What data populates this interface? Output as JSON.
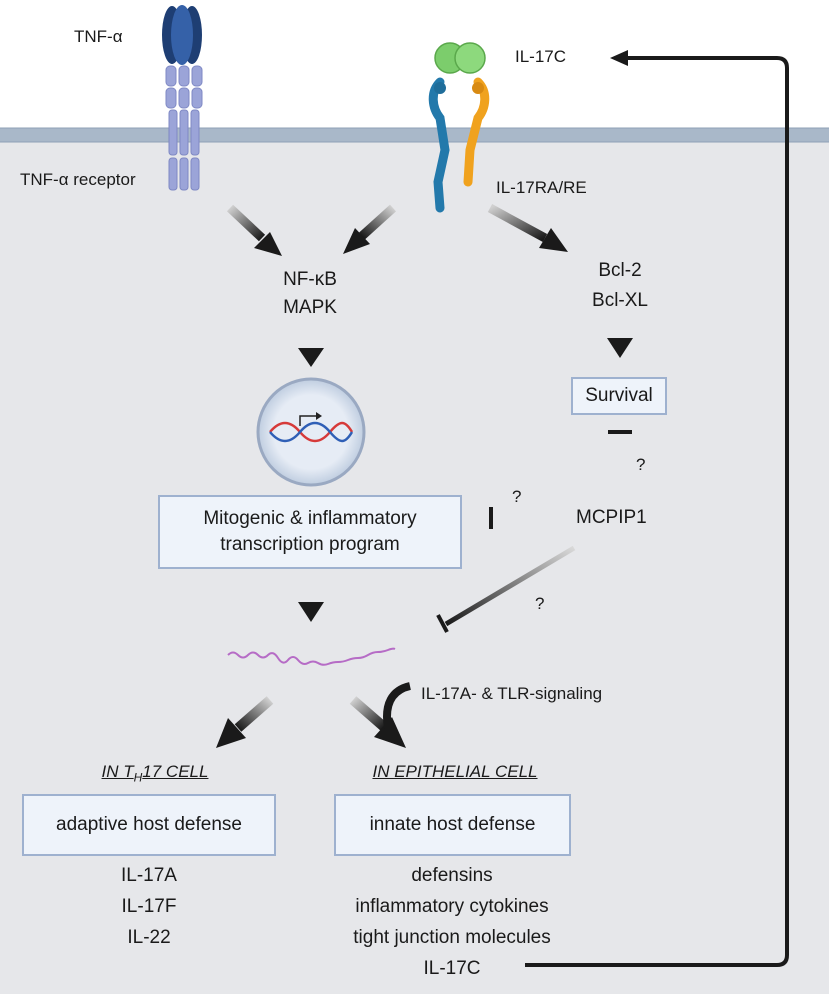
{
  "labels": {
    "tnf_alpha": "TNF-α",
    "tnf_receptor": "TNF-α receptor",
    "il17c_top": "IL-17C",
    "il17ra_re": "IL-17RA/RE",
    "nfkb": "NF-κB",
    "mapk": "MAPK",
    "bcl2": "Bcl-2",
    "bclxl": "Bcl-XL",
    "survival": "Survival",
    "mcpip1": "MCPIP1",
    "q1": "?",
    "q2": "?",
    "q3": "?",
    "transcription_line1": "Mitogenic & inflammatory",
    "transcription_line2": "transcription program",
    "il17a_tlr": "IL-17A- & TLR-signaling",
    "th17_prefix": "IN  T",
    "th17_sub": "H",
    "th17_suffix": "17 CELL",
    "epithelial_header": "IN EPITHELIAL CELL",
    "adaptive": "adaptive host defense",
    "innate": "innate host defense"
  },
  "th17_products": [
    "IL-17A",
    "IL-17F",
    "IL-22"
  ],
  "epithelial_products": [
    "defensins",
    "inflammatory cytokines",
    "tight junction molecules",
    "IL-17C"
  ],
  "colors": {
    "cell_interior": "#e6e7ea",
    "membrane": "#a9b8c9",
    "tnf_ligand": "#2a4f8a",
    "tnf_receptor": "#9ba4d8",
    "il17c_ligand": "#7ccd6c",
    "il17ra_chain": "#2379ab",
    "il17re_chain": "#f0a21e",
    "mrna": "#b66cc6",
    "box_fill": "#eef3fa",
    "box_border": "#9eb1cf"
  }
}
